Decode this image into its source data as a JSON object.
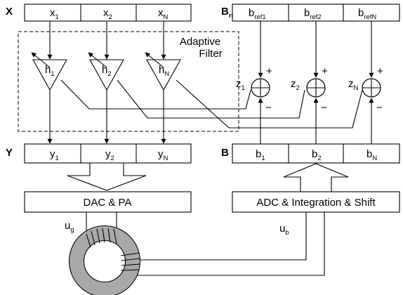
{
  "vectors": {
    "x": {
      "name": "X",
      "cells": [
        {
          "base": "x",
          "sub": "1"
        },
        {
          "base": "x",
          "sub": "2"
        },
        {
          "base": "x",
          "sub": "N"
        }
      ]
    },
    "bref": {
      "name": "B",
      "name_sub": "ref",
      "cells": [
        {
          "base": "b",
          "sub": "ref1"
        },
        {
          "base": "b",
          "sub": "ref2"
        },
        {
          "base": "b",
          "sub": "refN"
        }
      ]
    },
    "y": {
      "name": "Y",
      "cells": [
        {
          "base": "y",
          "sub": "1"
        },
        {
          "base": "y",
          "sub": "2"
        },
        {
          "base": "y",
          "sub": "N"
        }
      ]
    },
    "b": {
      "name": "B",
      "cells": [
        {
          "base": "b",
          "sub": "1"
        },
        {
          "base": "b",
          "sub": "2"
        },
        {
          "base": "b",
          "sub": "N"
        }
      ]
    }
  },
  "filters": [
    {
      "base": "h",
      "sub": "1"
    },
    {
      "base": "h",
      "sub": "2"
    },
    {
      "base": "h",
      "sub": "N"
    }
  ],
  "errors": [
    {
      "base": "z",
      "sub": "1"
    },
    {
      "base": "z",
      "sub": "2"
    },
    {
      "base": "z",
      "sub": "N"
    }
  ],
  "adaptive_filter_label": [
    "Adaptive",
    "Filter"
  ],
  "signs": {
    "plus": "+",
    "minus": "−"
  },
  "blocks": {
    "dac": "DAC & PA",
    "adc": "ADC & Integration & Shift"
  },
  "signals": {
    "ug": {
      "base": "u",
      "sub": "g"
    },
    "ub": {
      "base": "u",
      "sub": "b"
    }
  }
}
